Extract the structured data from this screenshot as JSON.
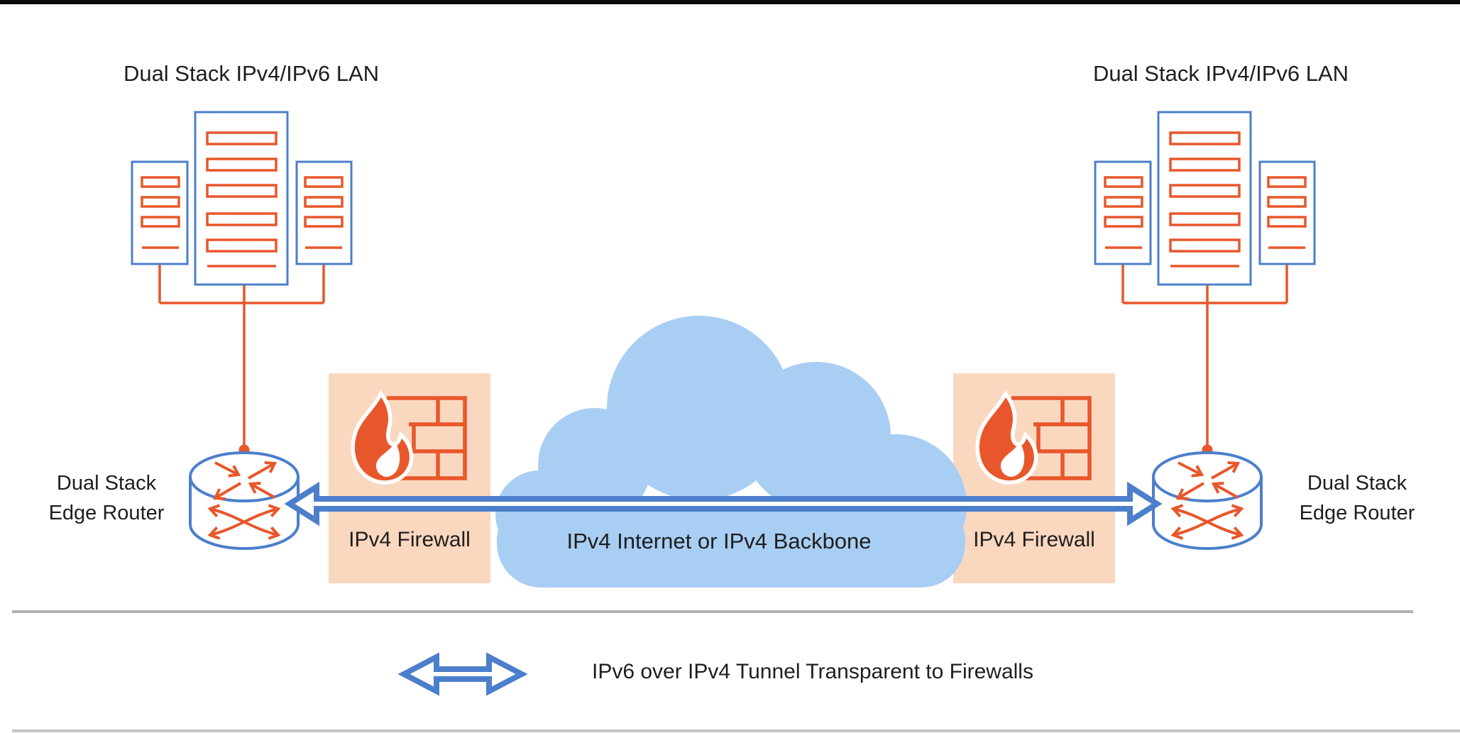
{
  "labels": {
    "lan_left": "Dual Stack IPv4/IPv6 LAN",
    "lan_right": "Dual Stack IPv4/IPv6 LAN",
    "router_left": {
      "line1": "Dual Stack",
      "line2": "Edge Router"
    },
    "router_right": {
      "line1": "Dual Stack",
      "line2": "Edge Router"
    },
    "firewall_left": "IPv4 Firewall",
    "firewall_right": "IPv4 Firewall",
    "cloud": "IPv4 Internet or IPv4 Backbone",
    "legend": "IPv6 over IPv4 Tunnel Transparent to Firewalls"
  },
  "icons": {
    "servers": "server-stack-icon",
    "router": "router-cylinder-icon",
    "firewall": "firewall-flame-brick-icon",
    "cloud": "cloud-icon",
    "tunnel": "double-arrow-icon",
    "legend_arrow": "double-arrow-icon"
  },
  "colors": {
    "orange": "#E8572B",
    "blue": "#4C7FCB",
    "peach": "#FAD8BF",
    "cloud": "#A9CEF4",
    "text": "#1E1E1E",
    "divider": "#B1B1B1",
    "top_bar": "#0A0A0A",
    "bottom_bar": "#C6C6C6"
  }
}
